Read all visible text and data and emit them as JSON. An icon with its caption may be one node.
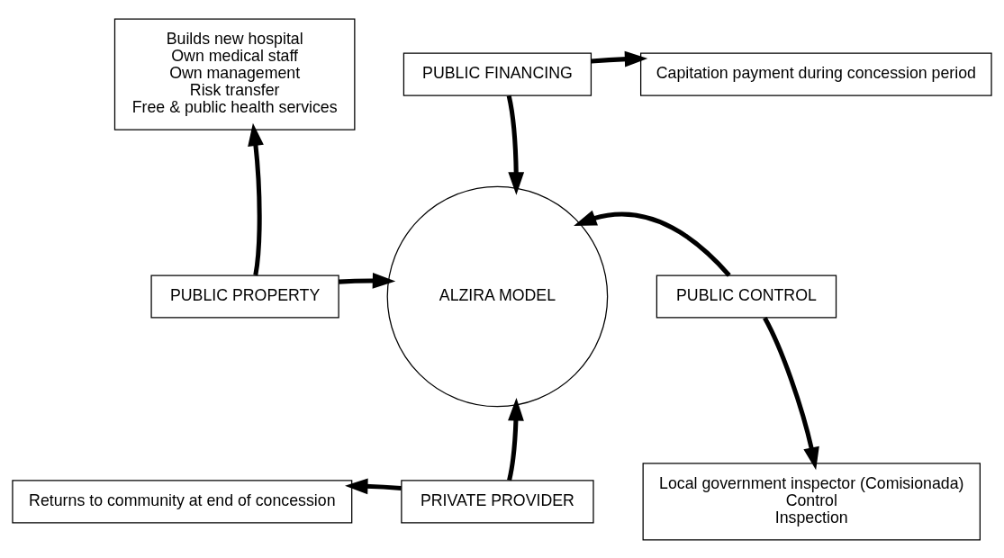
{
  "diagram": {
    "nodes": [
      {
        "text": [
          "Builds new hospital",
          "Own medical staff",
          "Own management",
          "Risk transfer",
          "Free & public health services"
        ]
      },
      {
        "text": [
          "PUBLIC FINANCING"
        ]
      },
      {
        "text": [
          "Capitation payment during concession period"
        ]
      },
      {
        "text": [
          "PUBLIC PROPERTY"
        ]
      },
      {
        "text": [
          "ALZIRA MODEL"
        ]
      },
      {
        "text": [
          "PUBLIC CONTROL"
        ]
      },
      {
        "text": [
          "Returns to community at end of concession"
        ]
      },
      {
        "text": [
          "PRIVATE PROVIDER"
        ]
      },
      {
        "text": [
          "Local government inspector (Comisionada)",
          "Control",
          "Inspection"
        ]
      }
    ],
    "edges": [
      {
        "from": 1,
        "to": 4,
        "arrow": "to"
      },
      {
        "from": 3,
        "to": 4,
        "arrow": "to"
      },
      {
        "from": 5,
        "to": 4,
        "arrow": "to"
      },
      {
        "from": 7,
        "to": 4,
        "arrow": "to"
      },
      {
        "from": 1,
        "to": 2,
        "arrow": "to"
      },
      {
        "from": 3,
        "to": 0,
        "arrow": "to"
      },
      {
        "from": 5,
        "to": 8,
        "arrow": "to"
      },
      {
        "from": 7,
        "to": 6,
        "arrow": "to"
      }
    ]
  }
}
